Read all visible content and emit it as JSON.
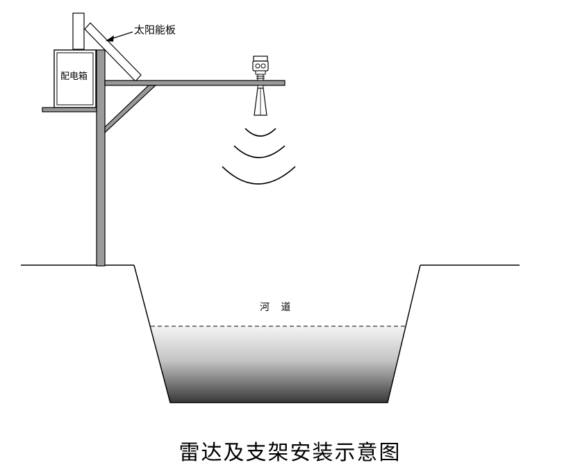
{
  "labels": {
    "solar_panel": "太阳能板",
    "distribution_box": "配电箱",
    "river": "河 道",
    "caption": "雷达及支架安装示意图"
  },
  "colors": {
    "steel": "#9a9a9a",
    "outline": "#000000",
    "water_top": "#f2f2f2",
    "water_bottom": "#3a3a3a"
  }
}
